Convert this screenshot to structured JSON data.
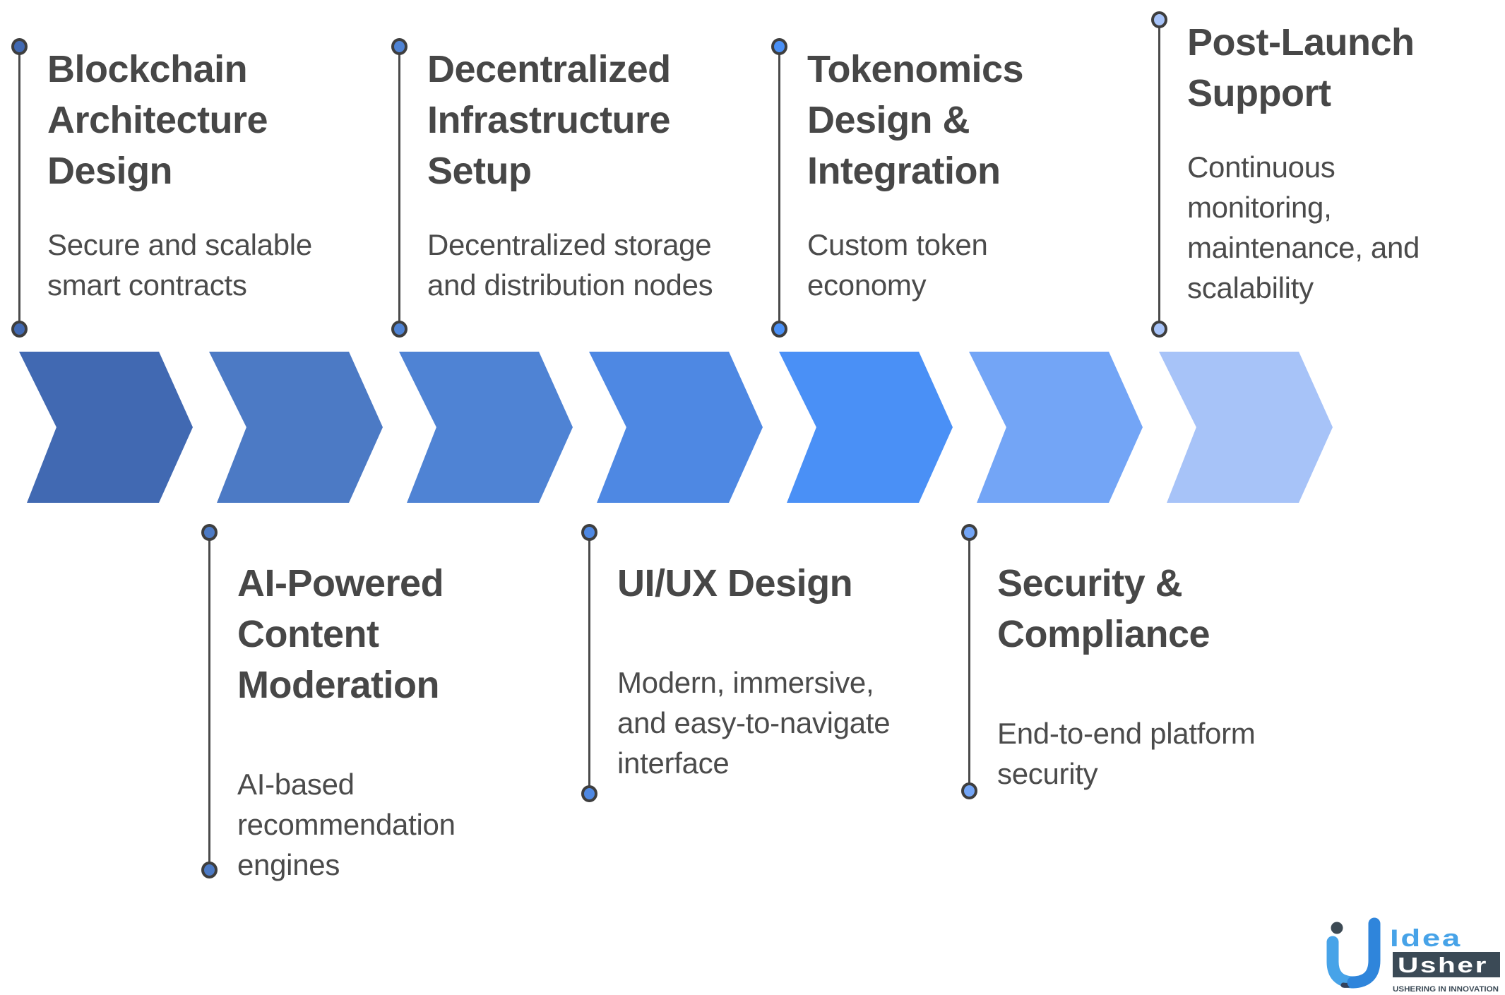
{
  "page": {
    "background": "#FFFFFF"
  },
  "connector": {
    "line_color": "#4A4A4A",
    "dot_ring_color": "#3E3E3E"
  },
  "steps": [
    {
      "id": "blockchain-architecture-design",
      "row": "top",
      "title": "Blockchain\nArchitecture\nDesign",
      "description": "Secure and scalable\nsmart contracts",
      "color": "#4169B2"
    },
    {
      "id": "ai-powered-content-moderation",
      "row": "bottom",
      "title": "AI-Powered\nContent\nModeration",
      "description": "AI-based\nrecommendation\nengines",
      "color": "#4C7AC5"
    },
    {
      "id": "decentralized-infrastructure-setup",
      "row": "top",
      "title": "Decentralized\nInfrastructure\nSetup",
      "description": "Decentralized storage\nand distribution nodes",
      "color": "#4F83D4"
    },
    {
      "id": "ui-ux-design",
      "row": "bottom",
      "title": "UI/UX Design",
      "description": "Modern, immersive,\nand easy-to-navigate\ninterface",
      "color": "#4E88E3"
    },
    {
      "id": "tokenomics-design-integration",
      "row": "top",
      "title": "Tokenomics\nDesign &\nIntegration",
      "description": "Custom token\neconomy",
      "color": "#4A90F6"
    },
    {
      "id": "security-compliance",
      "row": "bottom",
      "title": "Security &\nCompliance",
      "description": "End-to-end platform\nsecurity",
      "color": "#73A5F6"
    },
    {
      "id": "post-launch-support",
      "row": "top",
      "title": "Post-Launch\nSupport",
      "description": "Continuous\nmonitoring,\nmaintenance, and\nscalability",
      "color": "#A7C3F8"
    }
  ],
  "logo": {
    "brand_top": "Idea",
    "brand_bottom": "Usher",
    "tagline": "USHERING IN INNOVATION",
    "light_blue": "#47A3E8",
    "medium_blue": "#2F85DB",
    "dark_slate": "#3B4A56"
  }
}
